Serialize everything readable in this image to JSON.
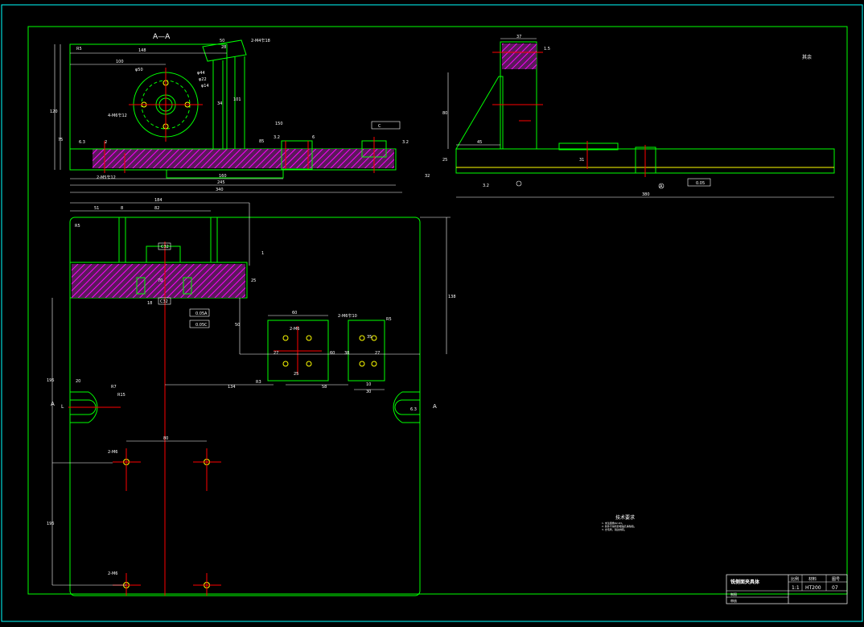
{
  "colors": {
    "background": "#000000",
    "outline": "#00ff00",
    "frame": "#00ffff",
    "center": "#ff0000",
    "dimension": "#ffffff",
    "hatch": "#ff00ff",
    "yellow": "#ffff00"
  },
  "section": {
    "label_top": "A—A",
    "label_left": "A",
    "label_right": "A"
  },
  "dims_top": [
    "148",
    "100",
    "R5",
    "φ50",
    "φ44",
    "φ22",
    "φ14",
    "4-M6乍12",
    "120",
    "75",
    "6.3",
    "2-M5乍12",
    "160",
    "245",
    "340",
    "50",
    "28",
    "2-M4乍18",
    "34",
    "101",
    "2",
    "85",
    "150",
    "3.2",
    "6",
    "32",
    "3.2"
  ],
  "dims_side": [
    "37",
    "1.5",
    "80",
    "45",
    "25",
    "31",
    "380",
    "3.2",
    "A",
    "0.05"
  ],
  "dims_bottom": [
    "184",
    "51",
    "8",
    "82",
    "R5",
    "C32",
    "1",
    "70",
    "25",
    "18",
    "C32",
    "0.05",
    "0.05",
    "A",
    "C",
    "50",
    "138",
    "60",
    "2-M6",
    "27",
    "60",
    "25",
    "R3",
    "2-M6乍10",
    "R5",
    "38",
    "27",
    "35",
    "58",
    "10",
    "30",
    "134",
    "20",
    "R7",
    "R15",
    "L",
    "6.3",
    "80",
    "2-M6",
    "2-M6",
    "195",
    "195"
  ],
  "gtol": [
    "A",
    "C",
    "C"
  ],
  "roughness_note": "其余",
  "tech_title": "技术要求",
  "tech_lines": [
    "1. 未注圆角R2-R3。",
    "2. 铸件不得有砂眼缩孔等缺陷。",
    "3. 去毛刺，锐边倒钝。"
  ],
  "title_block": {
    "name": "铣侧面夹具体",
    "h1": "比例",
    "h2": "材料",
    "h3": "图号",
    "scale": "1:1",
    "material": "HT200",
    "number": "07",
    "row2": "制图",
    "row3": "审核"
  }
}
